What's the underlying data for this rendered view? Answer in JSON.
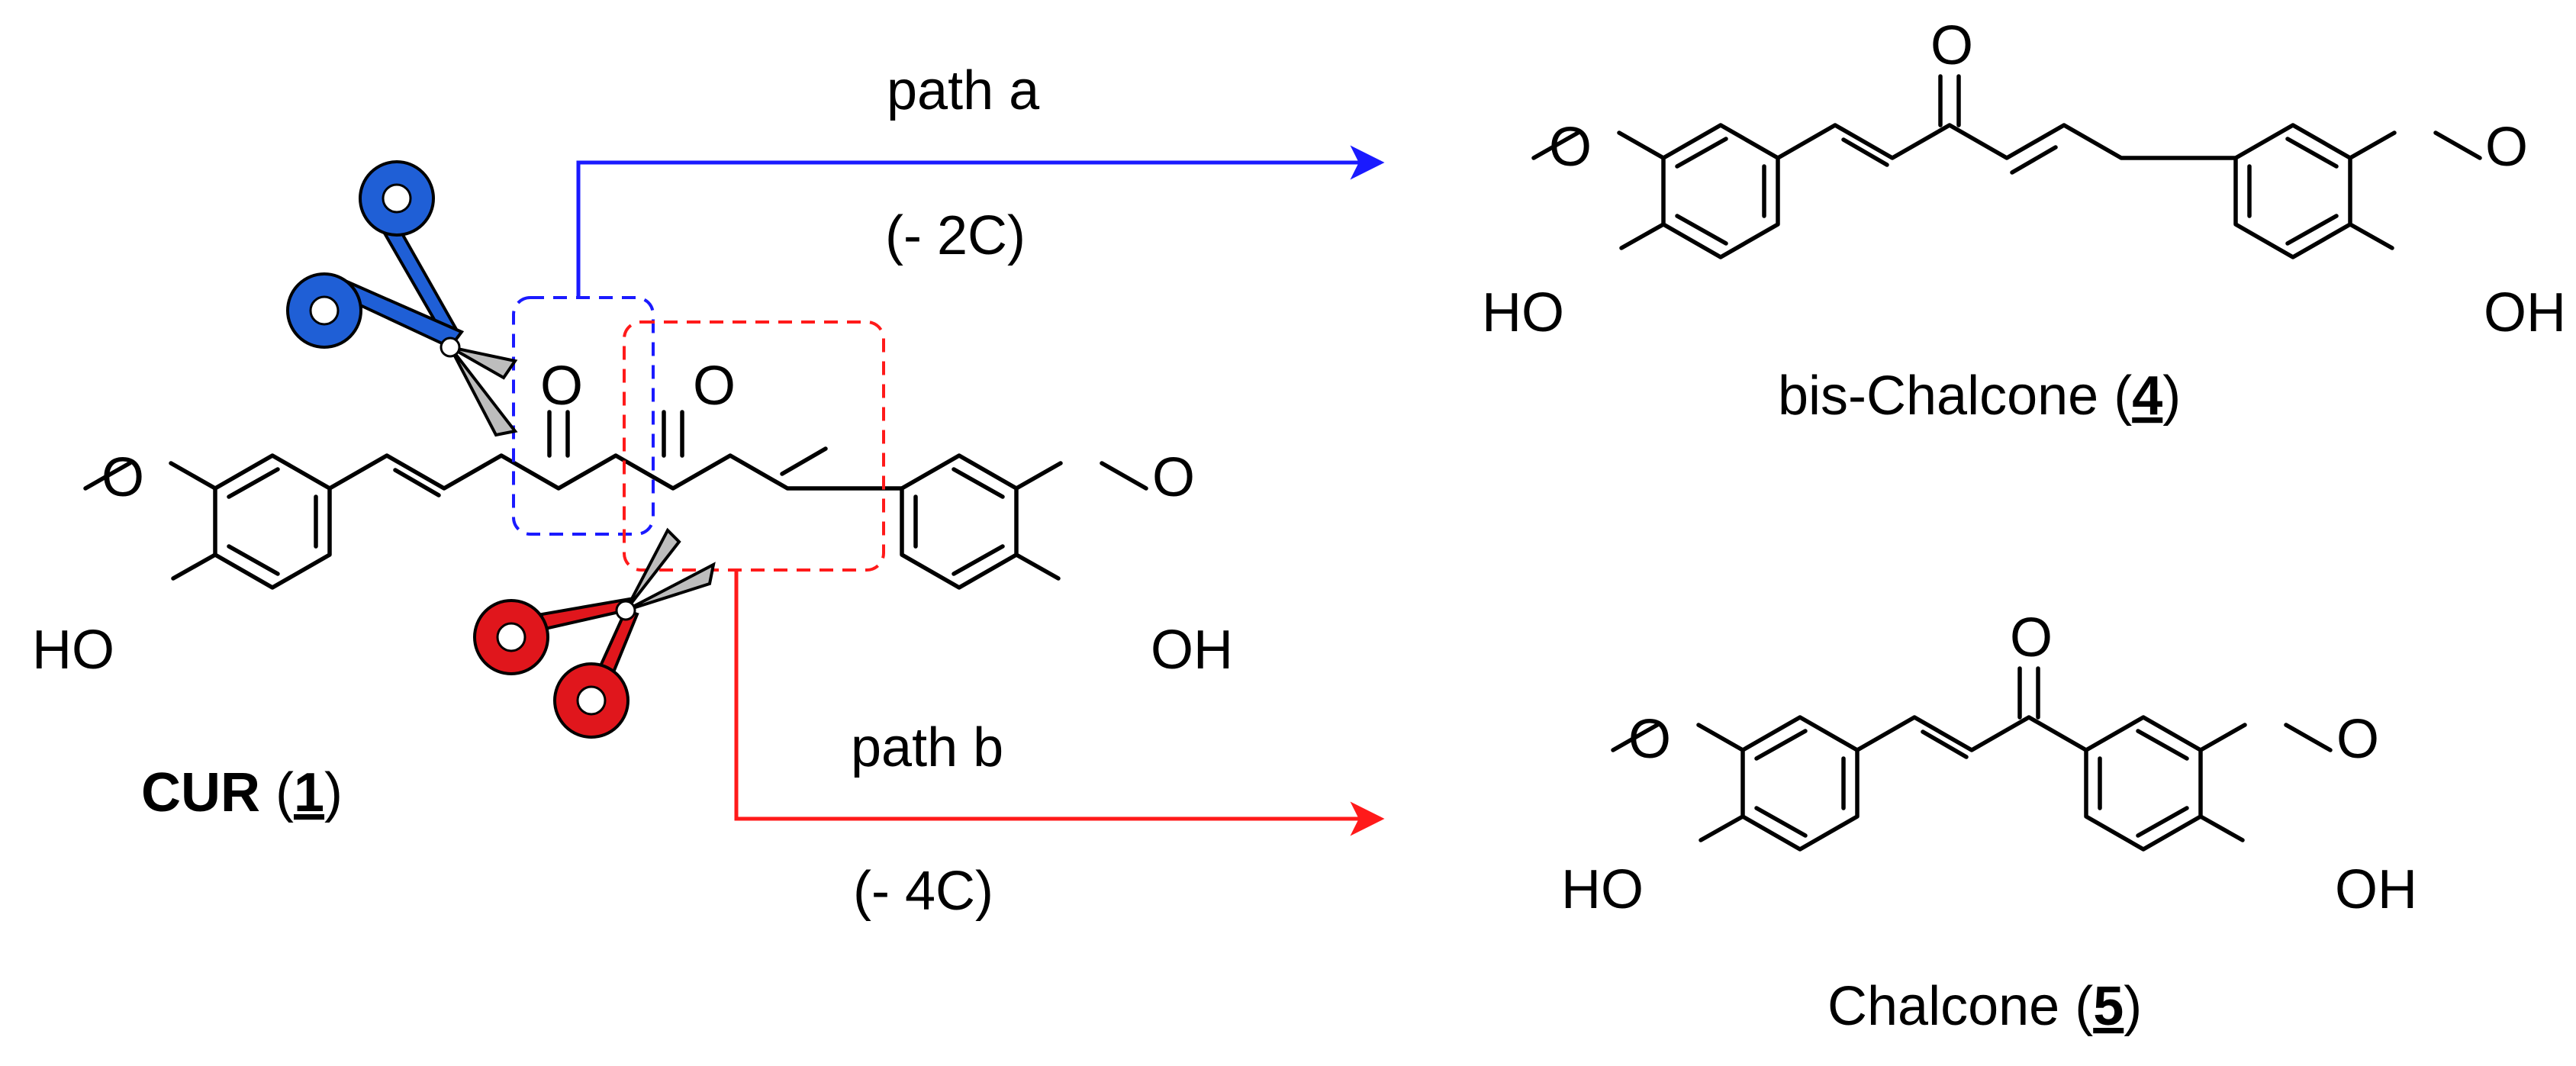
{
  "reactant": {
    "name": "CUR",
    "number": "1"
  },
  "path_a": {
    "label": "path a",
    "loss": "(- 2C)",
    "color": "#1a1aff",
    "scissors_color": "#1f5fd6"
  },
  "path_b": {
    "label": "path b",
    "loss": "(- 4C)",
    "color": "#ff1a1a",
    "scissors_color": "#e0161c"
  },
  "product_4": {
    "name": "bis-Chalcone",
    "number": "4"
  },
  "product_5": {
    "name": "Chalcone",
    "number": "5"
  },
  "atoms": {
    "oxygen": "O",
    "hydroxyl": "OH",
    "hydroxyl_left": "HO"
  }
}
